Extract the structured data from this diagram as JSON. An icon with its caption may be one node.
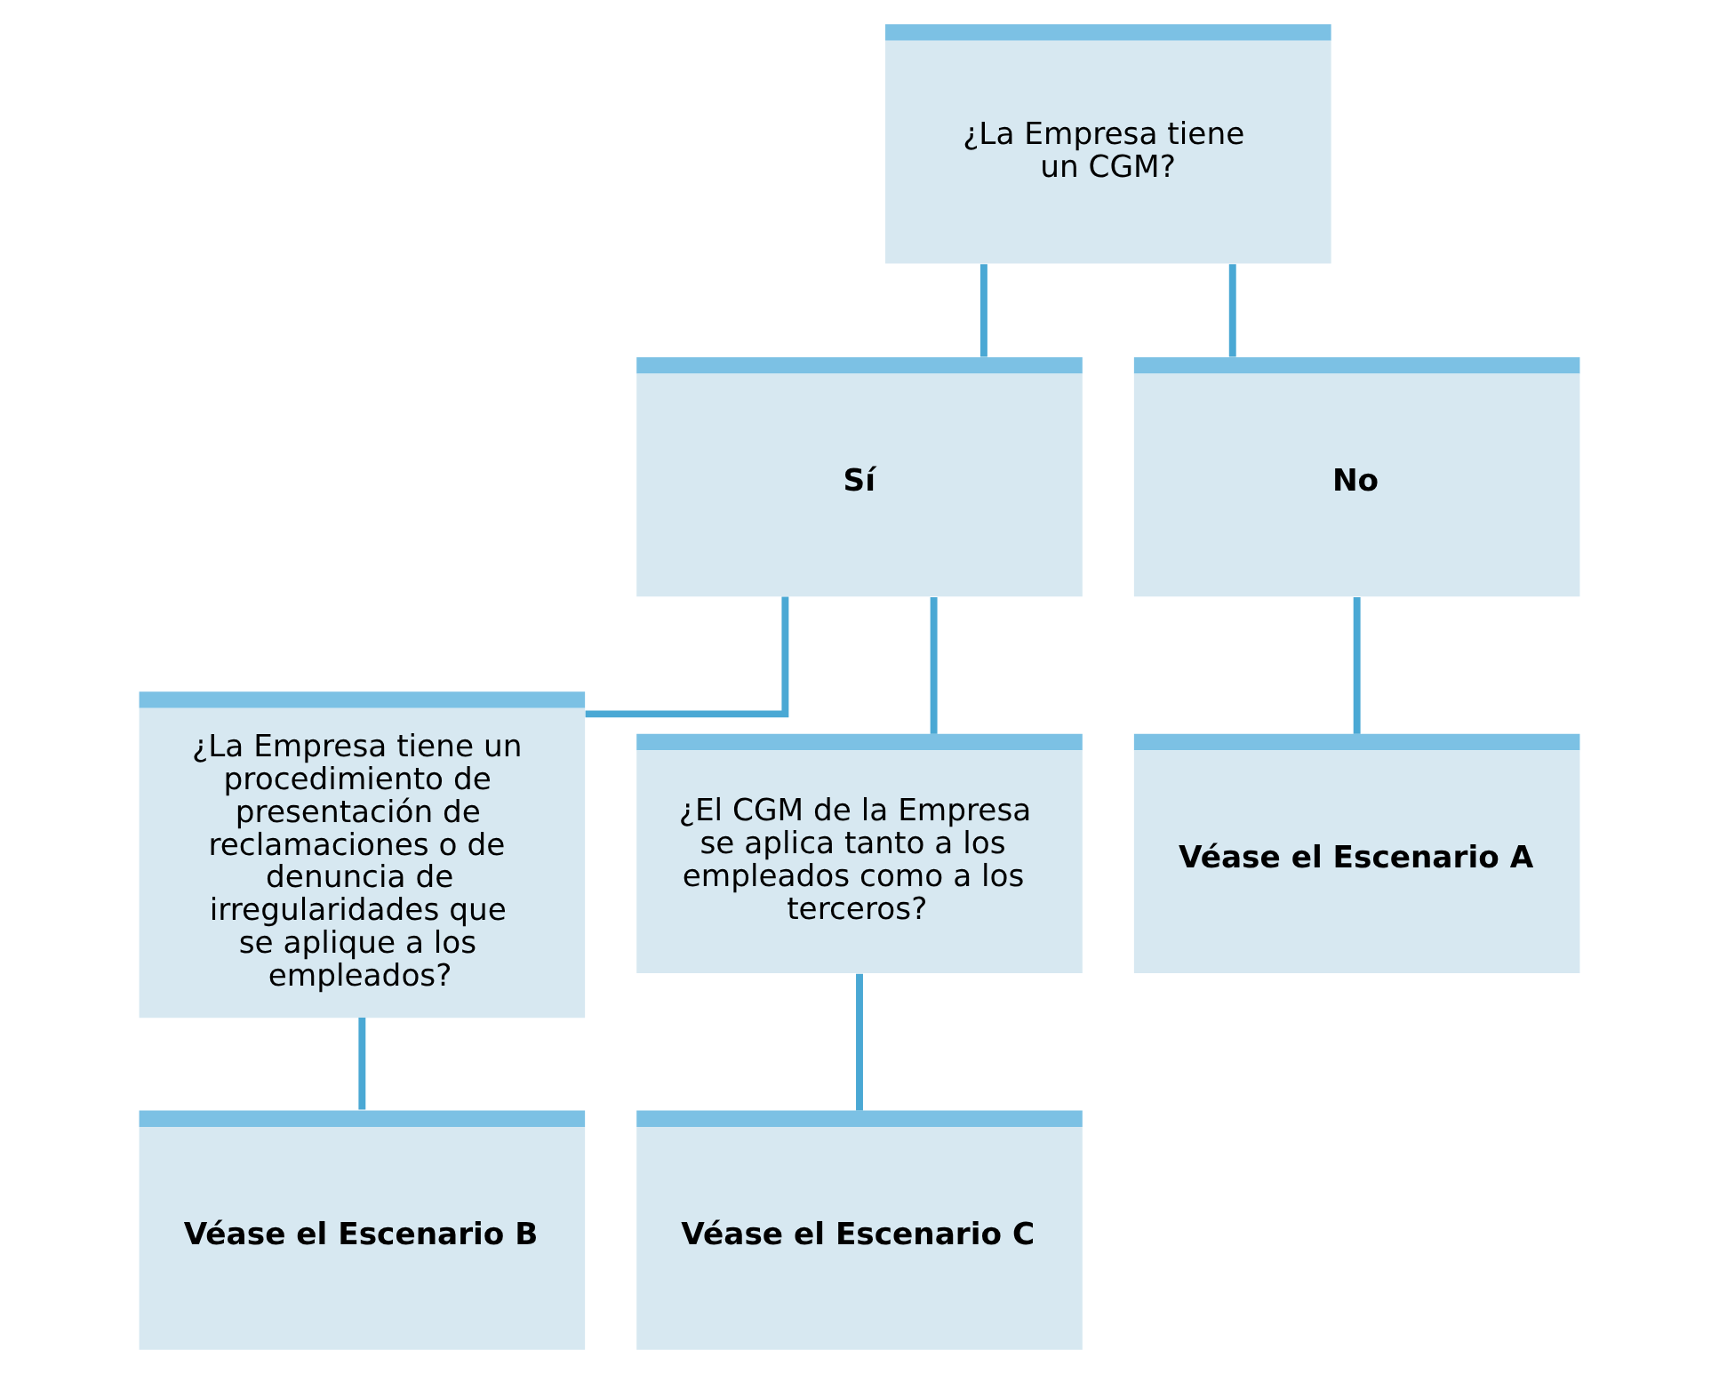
{
  "diagram": {
    "nodes": [
      {
        "text": [
          "¿La Empresa tiene un CGM?"
        ]
      },
      {
        "text": [
          "Sí"
        ]
      },
      {
        "text": [
          "No"
        ]
      },
      {
        "text": [
          "¿La Empresa tiene un procedimiento de presentación de reclamaciones o de denuncia de irregularidades que se aplique a los empleados?"
        ]
      },
      {
        "text": [
          "¿El CGM de la Empresa se aplica tanto a los empleados como a los terceros?"
        ]
      },
      {
        "text": [
          "Véase el Escenario A"
        ]
      },
      {
        "text": [
          "Véase el Escenario B"
        ]
      },
      {
        "text": [
          "Véase el Escenario C"
        ]
      }
    ],
    "edges": [
      {
        "from": 0,
        "to": 1,
        "arrow": "none"
      },
      {
        "from": 0,
        "to": 2,
        "arrow": "none"
      },
      {
        "from": 1,
        "to": 3,
        "arrow": "none"
      },
      {
        "from": 1,
        "to": 4,
        "arrow": "none"
      },
      {
        "from": 2,
        "to": 5,
        "arrow": "none"
      },
      {
        "from": 3,
        "to": 6,
        "arrow": "none"
      },
      {
        "from": 4,
        "to": 7,
        "arrow": "none"
      }
    ]
  }
}
